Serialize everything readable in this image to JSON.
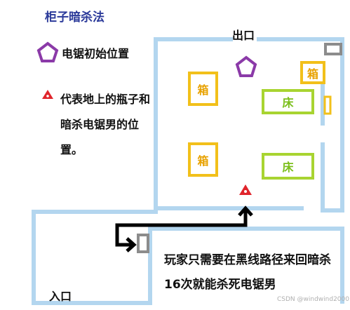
{
  "title": "柜子暗杀法",
  "legend": {
    "chainsaw_start": "电锯初始位置",
    "bottle_position": "代表地上的瓶子和暗杀电锯男的位置。"
  },
  "labels": {
    "exit": "出口",
    "entrance": "入口"
  },
  "boxes": [
    "箱",
    "箱",
    "箱"
  ],
  "beds": [
    "床",
    "床"
  ],
  "instruction": "玩家只需要在黑线路径来回暗杀16次就能杀死电锯男",
  "watermark": "CSDN @windwind2000",
  "colors": {
    "wall": "#b3d6ef",
    "box_border": "#f2c01a",
    "bed_border": "#a8d431",
    "pentagon": "#8b3aa8",
    "triangle": "#e0252c",
    "path": "#000000",
    "title": "#2b3a9a",
    "cabinet": "#8c8c8c"
  },
  "icons": [
    "pentagon-icon",
    "triangle-icon",
    "cabinet-icon",
    "path-arrow-icon"
  ]
}
